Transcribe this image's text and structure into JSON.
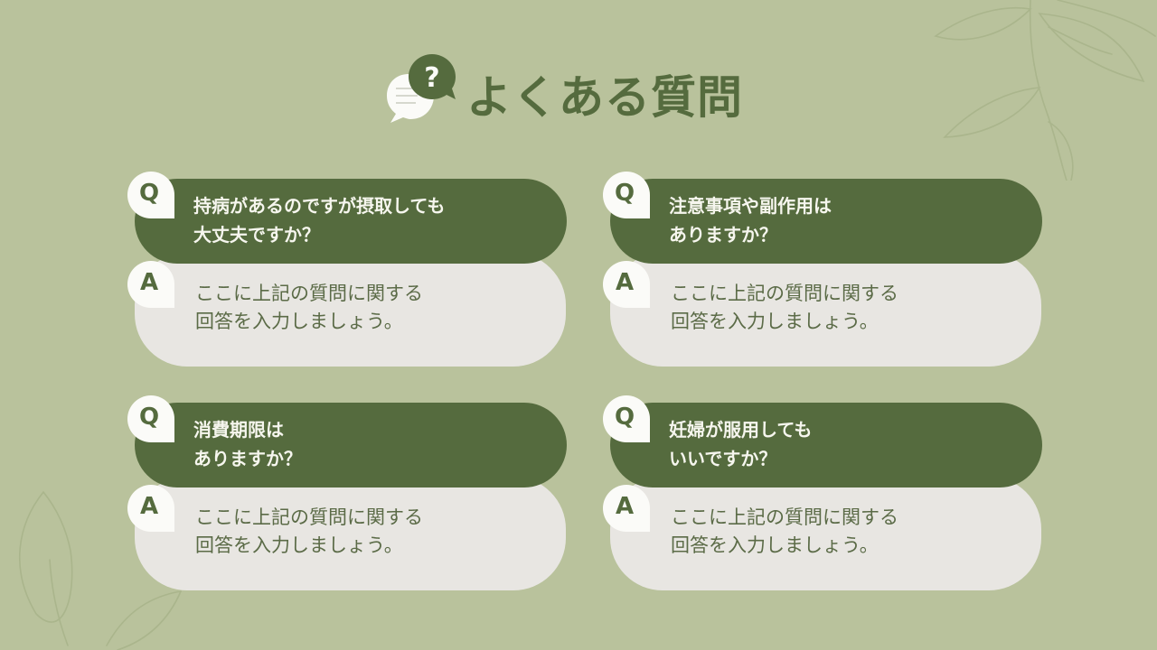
{
  "title": {
    "text": "よくある質問",
    "icon": "faq-chat-bubbles-icon",
    "icon_symbol": "?"
  },
  "colors": {
    "background": "#b9c29c",
    "accent_dark_green": "#556b3e",
    "answer_pill": "#e8e6e2",
    "badge": "#fbfbf8",
    "question_text": "#f6f6ee",
    "answer_text": "#5b6b47"
  },
  "badges": {
    "question": "Q",
    "answer": "A"
  },
  "faqs": [
    {
      "question": "持病があるのですが摂取しても\n大丈夫ですか？",
      "answer": "ここに上記の質問に関する\n回答を入力しましょう。"
    },
    {
      "question": "注意事項や副作用は\nありますか？",
      "answer": "ここに上記の質問に関する\n回答を入力しましょう。"
    },
    {
      "question": "消費期限は\nありますか？",
      "answer": "ここに上記の質問に関する\n回答を入力しましょう。"
    },
    {
      "question": "妊婦が服用しても\nいいですか？",
      "answer": "ここに上記の質問に関する\n回答を入力しましょう。"
    }
  ]
}
